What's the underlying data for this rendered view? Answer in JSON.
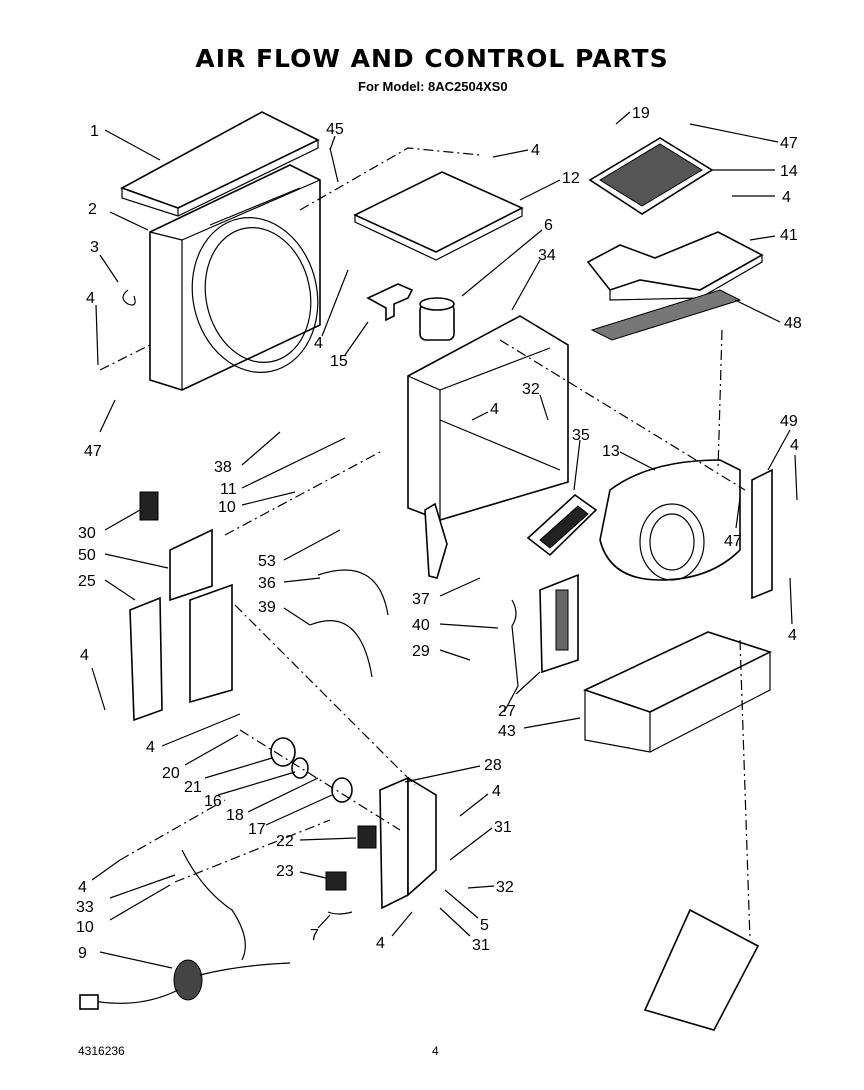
{
  "header": {
    "title": "AIR FLOW AND CONTROL PARTS",
    "subtitle": "For Model: 8AC2504XS0"
  },
  "footer": {
    "part_number": "4316236",
    "page_number": "4"
  },
  "callouts": {
    "c1": "1",
    "c2": "2",
    "c3": "3",
    "c4a": "4",
    "c47a": "47",
    "c45": "45",
    "c4b": "4",
    "c12": "12",
    "c19": "19",
    "c47b": "47",
    "c14": "14",
    "c4c": "4",
    "c41": "41",
    "c48": "48",
    "c6": "6",
    "c34": "34",
    "c4d": "4",
    "c15": "15",
    "c32a": "32",
    "c4e": "4",
    "c35": "35",
    "c13": "13",
    "c49": "49",
    "c4f": "4",
    "c47c": "47",
    "c4g": "4",
    "c38": "38",
    "c11": "11",
    "c10a": "10",
    "c30": "30",
    "c50": "50",
    "c25": "25",
    "c53": "53",
    "c36": "36",
    "c39": "39",
    "c37": "37",
    "c40": "40",
    "c29": "29",
    "c27": "27",
    "c43": "43",
    "c4h": "4",
    "c4i": "4",
    "c20": "20",
    "c21": "21",
    "c16": "16",
    "c18": "18",
    "c17": "17",
    "c28": "28",
    "c4j": "4",
    "c31a": "31",
    "c22": "22",
    "c23": "23",
    "c32b": "32",
    "c5": "5",
    "c31b": "31",
    "c7": "7",
    "c4k": "4",
    "c4l": "4",
    "c33": "33",
    "c10b": "10",
    "c9": "9"
  }
}
